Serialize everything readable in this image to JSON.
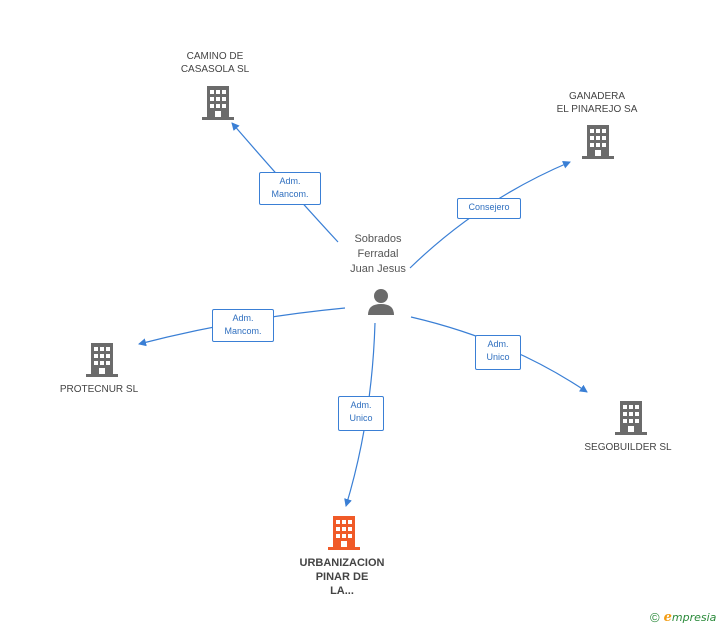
{
  "diagram": {
    "center_person": {
      "name": "Sobrados\nFerradal\nJuan Jesus",
      "icon": "person-icon"
    },
    "companies": [
      {
        "id": "camino",
        "name": "CAMINO DE\nCASASOLA SL",
        "icon": "building-icon",
        "color": "#6b6b6b"
      },
      {
        "id": "ganadera",
        "name": "GANADERA\nEL PINAREJO SA",
        "icon": "building-icon",
        "color": "#6b6b6b"
      },
      {
        "id": "protecnur",
        "name": "PROTECNUR  SL",
        "icon": "building-icon",
        "color": "#6b6b6b"
      },
      {
        "id": "segobuilder",
        "name": "SEGOBUILDER SL",
        "icon": "building-icon",
        "color": "#6b6b6b"
      },
      {
        "id": "urbanizacion",
        "name": "URBANIZACION\nPINAR DE\nLA...",
        "icon": "building-icon",
        "color": "#f05a28"
      }
    ],
    "roles": [
      {
        "target": "camino",
        "label": "Adm.\nMancom."
      },
      {
        "target": "ganadera",
        "label": "Consejero"
      },
      {
        "target": "protecnur",
        "label": "Adm.\nMancom."
      },
      {
        "target": "segobuilder",
        "label": "Adm.\nUnico"
      },
      {
        "target": "urbanizacion",
        "label": "Adm.\nUnico"
      }
    ],
    "edge_color": "#3a7fd5"
  },
  "footer": {
    "copyright": "©",
    "brand_initial": "e",
    "brand_rest": "mpresia"
  }
}
